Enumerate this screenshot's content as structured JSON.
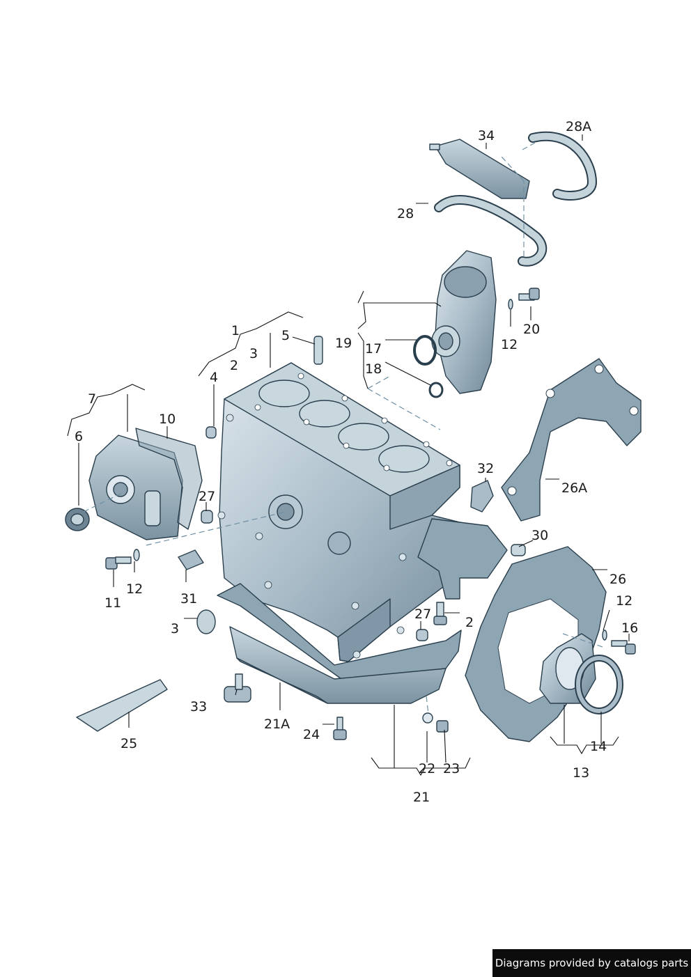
{
  "callouts": {
    "c1": "1",
    "c2": "2",
    "c3": "3",
    "c4": "4",
    "c5": "5",
    "c6": "6",
    "c7": "7",
    "c10": "10",
    "c11": "11",
    "c12a": "12",
    "c12b": "12",
    "c12c": "12",
    "c13": "13",
    "c14": "14",
    "c16": "16",
    "c17": "17",
    "c18": "18",
    "c19": "19",
    "c20": "20",
    "c21": "21",
    "c21a": "21A",
    "c22": "22",
    "c23": "23",
    "c24": "24",
    "c25": "25",
    "c26": "26",
    "c26a": "26A",
    "c27a": "27",
    "c27b": "27",
    "c28": "28",
    "c28a": "28A",
    "c2b": "2",
    "c3b": "3",
    "c30": "30",
    "c31": "31",
    "c32": "32",
    "c33": "33",
    "c34": "34"
  },
  "colors": {
    "part_fill": "#a9bcc8",
    "part_dark": "#7f97a6",
    "part_light": "#d9e4ea",
    "outline": "#2a3f4d",
    "leader": "#111111"
  },
  "footer": {
    "credit": "Diagrams provided by catalogs parts"
  }
}
